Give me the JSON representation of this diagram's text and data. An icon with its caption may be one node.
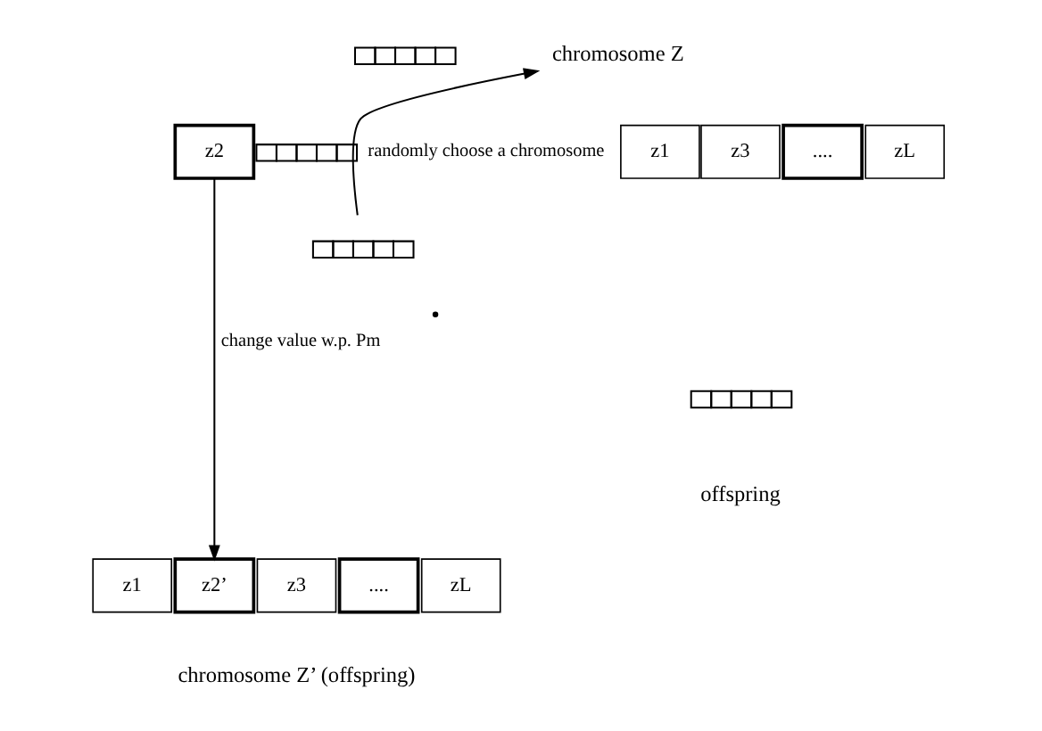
{
  "diagram": {
    "nodes": [
      {
        "text": [],
        "shape": "bar"
      },
      {
        "text": [],
        "shape": "bar"
      },
      {
        "text": [],
        "shape": "bar"
      },
      {
        "text": [],
        "shape": "bar"
      },
      {
        "text": [
          "chromosome Z"
        ]
      },
      {
        "text": [
          "z1"
        ]
      },
      {
        "text": [
          "z2"
        ]
      },
      {
        "text": [
          "z3"
        ]
      },
      {
        "text": [
          "...."
        ]
      },
      {
        "text": [
          "zL"
        ]
      },
      {
        "text": [
          "z1"
        ]
      },
      {
        "text": [
          "z2’"
        ]
      },
      {
        "text": [
          "z3"
        ]
      },
      {
        "text": [
          "...."
        ]
      },
      {
        "text": [
          "zL"
        ]
      }
    ],
    "edges": [
      {
        "from": 2,
        "to": 4,
        "arrow": "to",
        "label": "randomly choose a chromosome"
      },
      {
        "from": 6,
        "to": 11,
        "arrow": "to",
        "label": "change value w.p. Pm"
      }
    ],
    "labels": [
      "offspring",
      "chromosome Z’ (offspring)"
    ]
  }
}
